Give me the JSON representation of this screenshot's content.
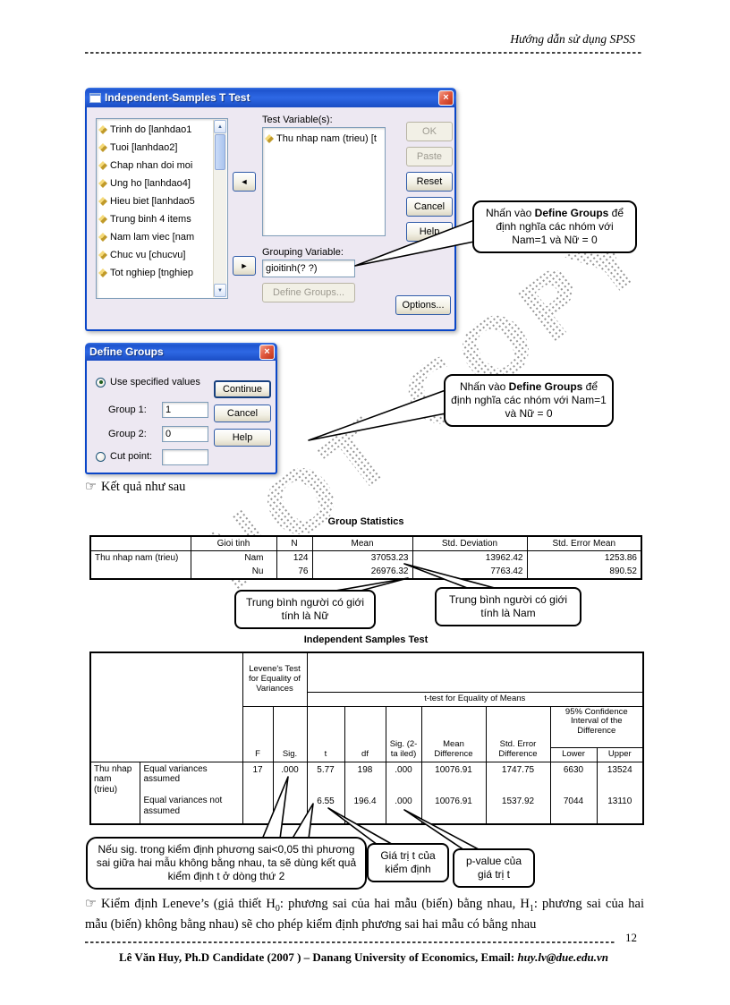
{
  "page": {
    "header_right": "Hướng dẫn sử dụng SPSS",
    "watermark": "NOT COPY",
    "result_pointer": "☞",
    "result_text": "Kết quả như sau",
    "closing_pointer": "☞",
    "closing_p1": "Kiểm định Leneve’s (giả thiết H",
    "closing_sub1": "0",
    "closing_p2": ": phương sai của hai mẫu (biến) bằng nhau, H",
    "closing_sub2": "1",
    "closing_p3": ": phương sai của hai mẫu (biến) không bằng nhau) sẽ cho phép kiểm định phương sai hai mẫu có bằng nhau",
    "page_number": "12",
    "footer_main": "Lê Văn Huy, Ph.D Candidate (2007 ) – Danang University of Economics, Email: ",
    "footer_email": "huy.lv@due.edu.vn"
  },
  "icons": {
    "close": "×",
    "arrow_left": "◄",
    "arrow_right": "►",
    "scroll_up": "▲",
    "scroll_down": "▼"
  },
  "ttest_dialog": {
    "title": "Independent-Samples T Test",
    "variables": [
      "Trinh do [lanhdao1",
      "Tuoi [lanhdao2]",
      "Chap nhan doi moi",
      "Ung ho [lanhdao4]",
      "Hieu biet [lanhdao5",
      "Trung binh 4 items",
      "Nam lam viec [nam",
      "Chuc vu [chucvu]",
      "Tot nghiep [tnghiep"
    ],
    "test_variables_label": "Test Variable(s):",
    "test_variable_item": "Thu nhap nam (trieu) [t",
    "grouping_label": "Grouping Variable:",
    "grouping_value": "gioitinh(? ?)",
    "ok": "OK",
    "paste": "Paste",
    "reset": "Reset",
    "cancel": "Cancel",
    "help": "Help",
    "define_groups": "Define Groups...",
    "options": "Options..."
  },
  "define_dialog": {
    "title": "Define Groups",
    "use_specified": "Use specified values",
    "group1_label": "Group 1:",
    "group1_value": "1",
    "group2_label": "Group 2:",
    "group2_value": "0",
    "cut_point": "Cut point:",
    "cut_value": "",
    "continue": "Continue",
    "cancel": "Cancel",
    "help": "Help"
  },
  "callout_define": {
    "pre": "Nhấn vào ",
    "bold": "Define Groups",
    "post": " để định nghĩa các nhóm với Nam=1 và Nữ = 0"
  },
  "group_statistics": {
    "title": "Group Statistics",
    "columns": [
      "Gioi tinh",
      "N",
      "Mean",
      "Std. Deviation",
      "Std. Error Mean"
    ],
    "rows": [
      {
        "label": "Thu nhap nam (trieu)",
        "group": "Nam",
        "n": "124",
        "mean": "37053.23",
        "sd": "13962.42",
        "se": "1253.86"
      },
      {
        "label": "",
        "group": "Nu",
        "n": "76",
        "mean": "26976.32",
        "sd": "7763.42",
        "se": "890.52"
      }
    ],
    "callout_nu": "Trung bình người có giới tính là Nữ",
    "callout_nam": "Trung bình người có giới tính là Nam"
  },
  "independent_test": {
    "title": "Independent Samples Test",
    "levene_header": "Levene's Test for Equality of Variances",
    "ttest_header": "t-test for Equality of Means",
    "ci_header": "95% Confidence Interval of the Difference",
    "col_f": "F",
    "col_sig": "Sig.",
    "col_t": "t",
    "col_df": "df",
    "col_sig2": "Sig. (2-ta iled)",
    "col_mean_diff": "Mean Difference",
    "col_std_err": "Std. Error Difference",
    "col_lower": "Lower",
    "col_upper": "Upper",
    "row_label": "Thu nhap nam (trieu)",
    "row1_label": "Equal variances assumed",
    "row2_label": "Equal variances not assumed",
    "row1": [
      "17",
      ".000",
      "5.77",
      "198",
      ".000",
      "10076.91",
      "1747.75",
      "6630",
      "13524"
    ],
    "row2": [
      "",
      "",
      "6.55",
      "196.4",
      ".000",
      "10076.91",
      "1537.92",
      "7044",
      "13110"
    ]
  },
  "note_callouts": {
    "levene_note": "Nếu sig. trong kiểm định phương sai<0,05 thì phương sai giữa hai mẫu không bằng nhau, ta sẽ dùng kết quả kiểm định t ở dòng thứ 2",
    "t_note": "Giá trị t của kiểm định",
    "p_note": "p-value của giá trị t"
  }
}
